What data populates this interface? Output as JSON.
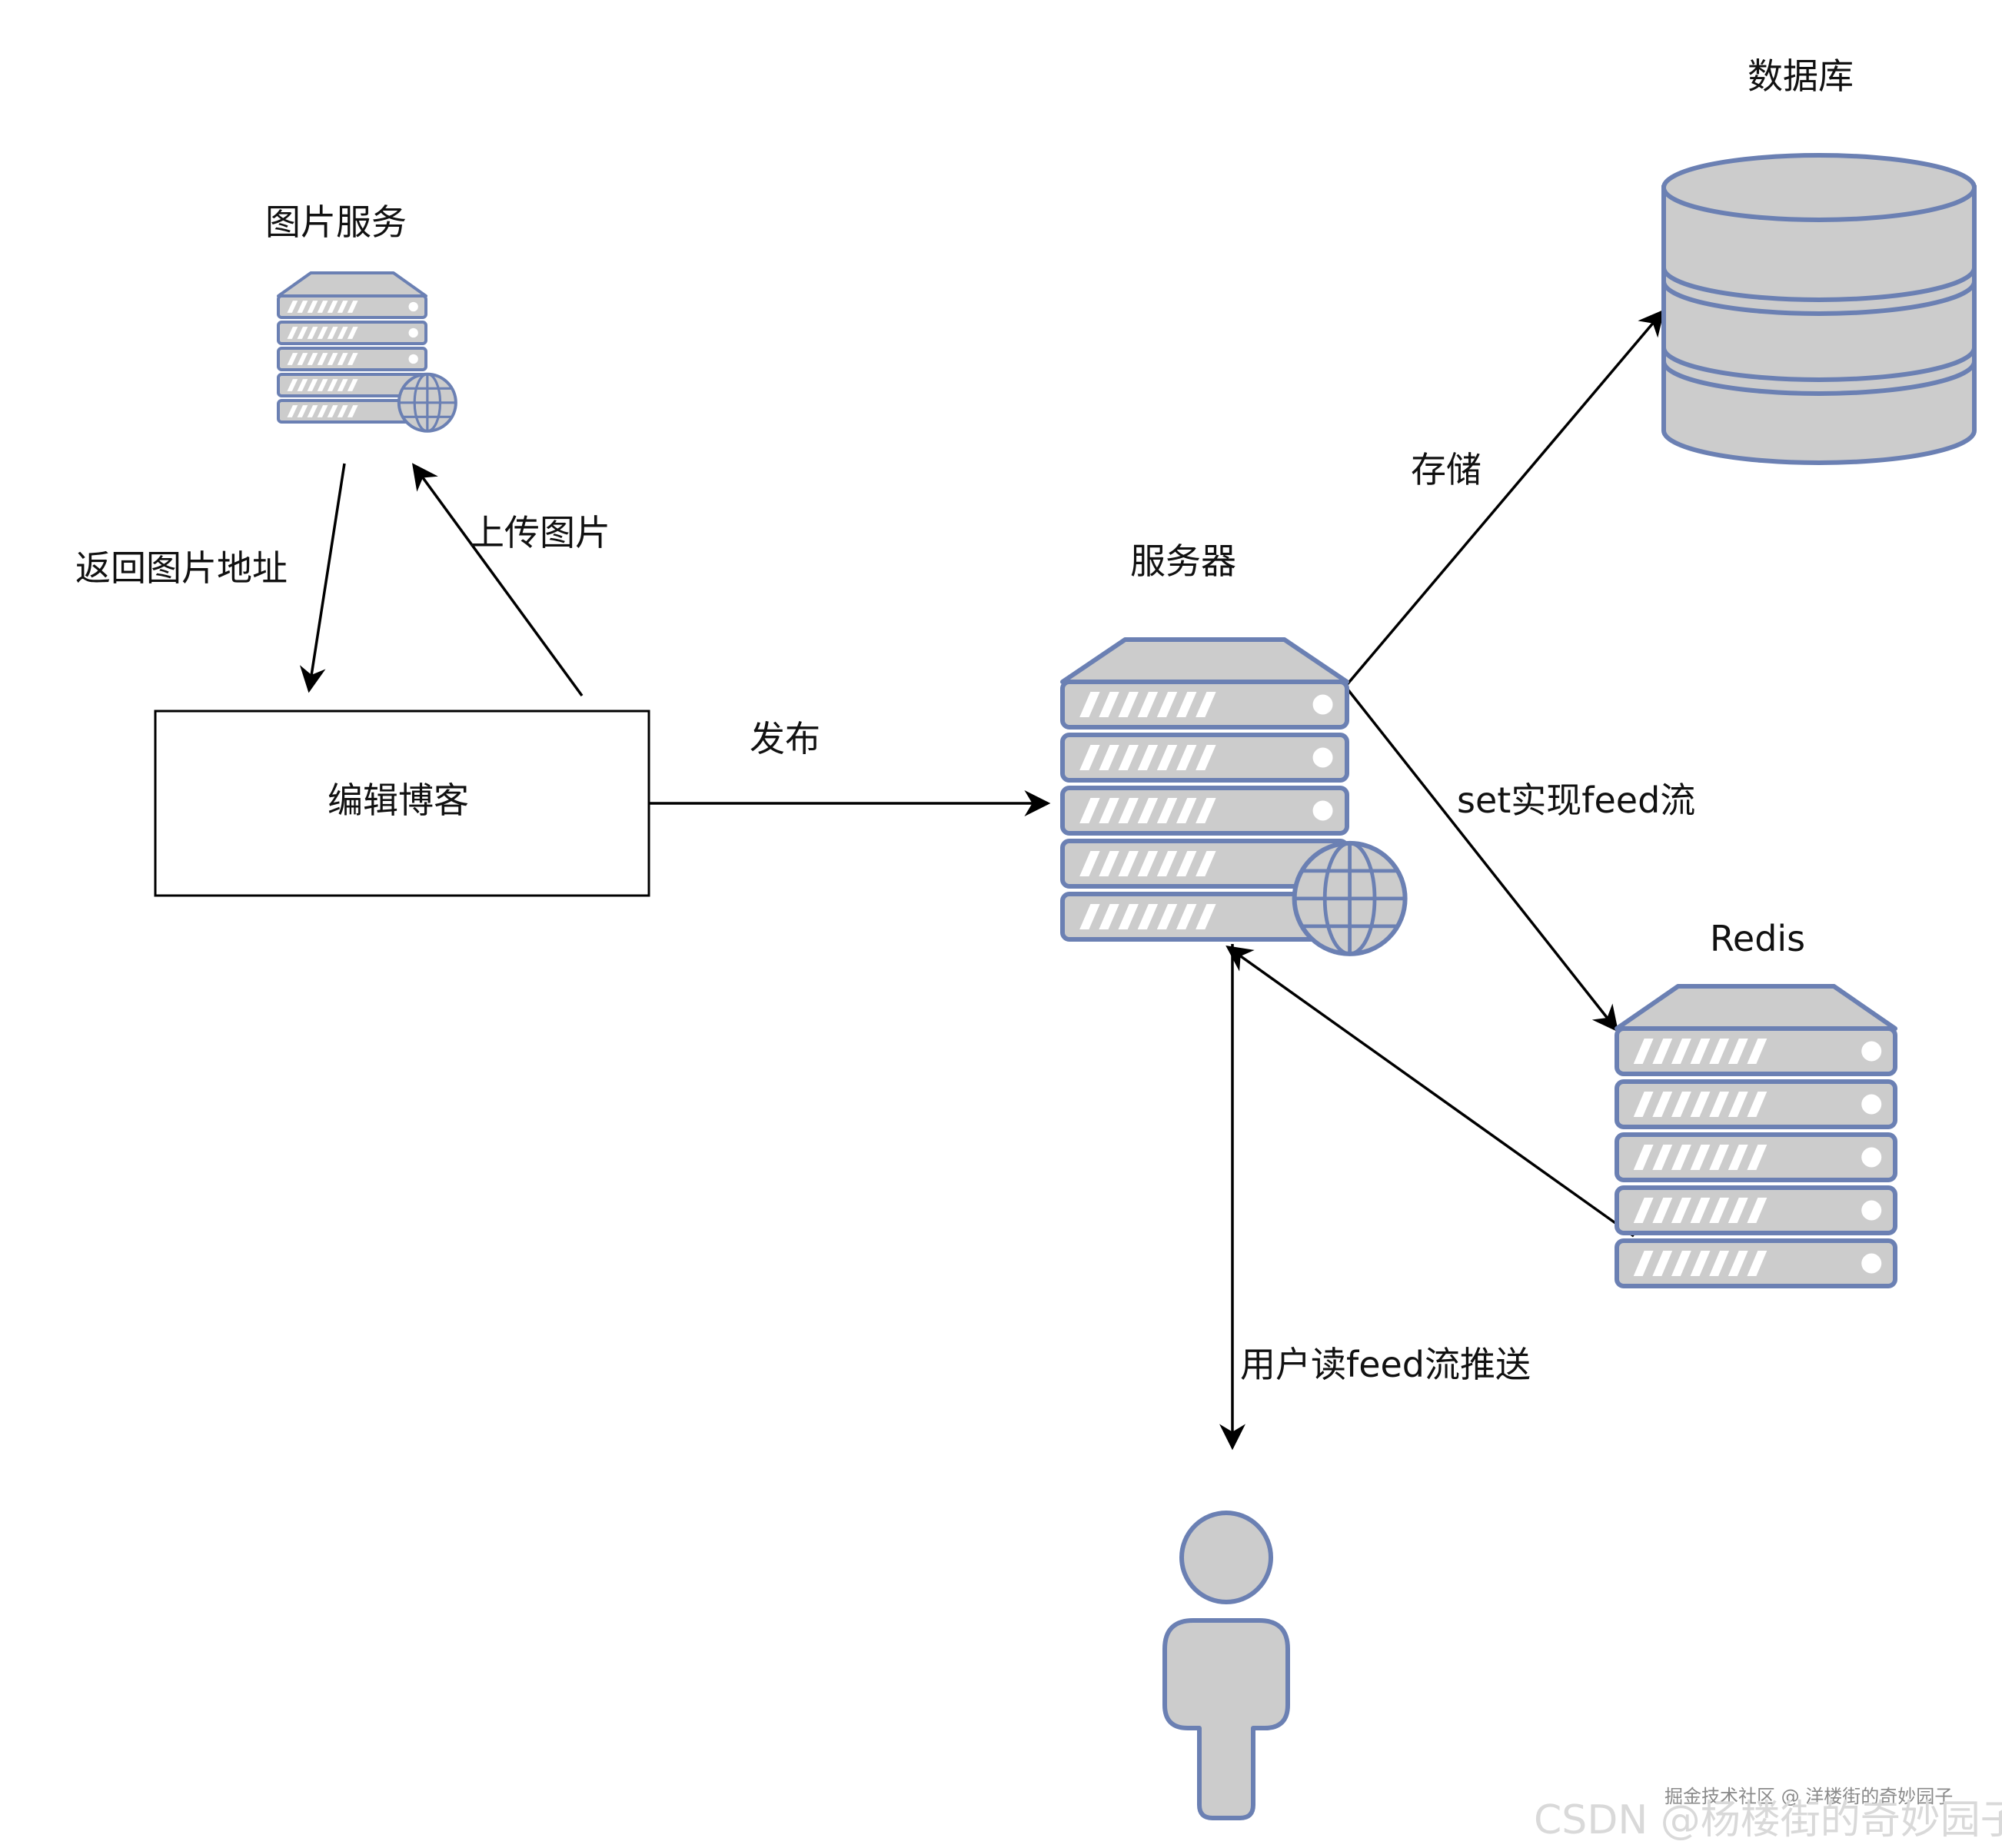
{
  "colors": {
    "stroke": "#6b80b3",
    "fill": "#cccccc",
    "slot": "#ffffff",
    "line": "#000000",
    "text": "#111111",
    "watermark": "#d9d9d9"
  },
  "nodes": {
    "image_service": {
      "label": "图片服务",
      "icon": "web-server-icon"
    },
    "server": {
      "label": "服务器",
      "icon": "web-server-icon"
    },
    "database": {
      "label": "数据库",
      "icon": "database-icon"
    },
    "redis": {
      "label": "Redis",
      "icon": "server-rack-icon"
    },
    "editor": {
      "label": "编辑博客"
    },
    "user": {
      "icon": "user-icon"
    }
  },
  "edges": {
    "upload": {
      "label": "上传图片"
    },
    "return_url": {
      "label": "返回图片地址"
    },
    "publish": {
      "label": "发布"
    },
    "store": {
      "label": "存储"
    },
    "feed": {
      "label": "set实现feed流"
    },
    "push": {
      "label": "用户读feed流推送"
    }
  },
  "watermark": {
    "top": "掘金技术社区 @ 洋楼街的奇妙园子",
    "bottom": "CSDN @杨楼街的奇妙园子"
  }
}
